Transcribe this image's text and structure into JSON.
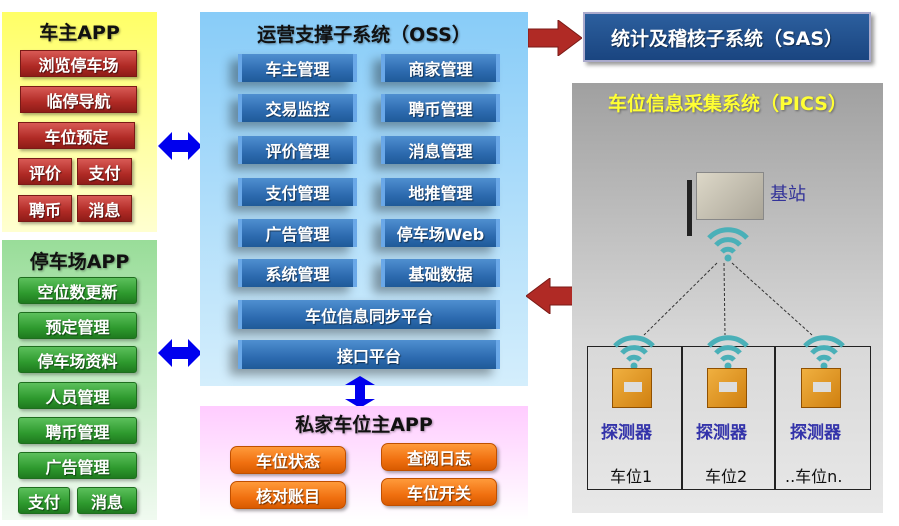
{
  "car_owner_app": {
    "title": "车主APP",
    "items": [
      "浏览停车场",
      "临停导航",
      "车位预定",
      "评价",
      "支付",
      "聘币",
      "消息"
    ]
  },
  "parking_app": {
    "title": "停车场APP",
    "items": [
      "空位数更新",
      "预定管理",
      "停车场资料",
      "人员管理",
      "聘币管理",
      "广告管理",
      "支付",
      "消息"
    ]
  },
  "oss": {
    "title": "运营支撑子系统（OSS）",
    "items": [
      "车主管理",
      "商家管理",
      "交易监控",
      "聘币管理",
      "评价管理",
      "消息管理",
      "支付管理",
      "地推管理",
      "广告管理",
      "停车场Web",
      "系统管理",
      "基础数据"
    ],
    "sync": "车位信息同步平台",
    "interface": "接口平台"
  },
  "private_app": {
    "title": "私家车位主APP",
    "items": [
      "车位状态",
      "查阅日志",
      "核对账目",
      "车位开关"
    ]
  },
  "sas": {
    "title": "统计及稽核子系统（SAS）"
  },
  "pics": {
    "title": "车位信息采集系统（PICS）",
    "base_station": "基站",
    "detectors": [
      {
        "label": "探测器",
        "slot": "车位1"
      },
      {
        "label": "探测器",
        "slot": "车位2"
      },
      {
        "label": "探测器",
        "slot": "..车位n."
      }
    ]
  },
  "colors": {
    "blue_arrow": "#0000ee",
    "red_arrow": "#b02a25",
    "sas_bg": "#1f4e8c",
    "pics_title": "#ffff33"
  }
}
